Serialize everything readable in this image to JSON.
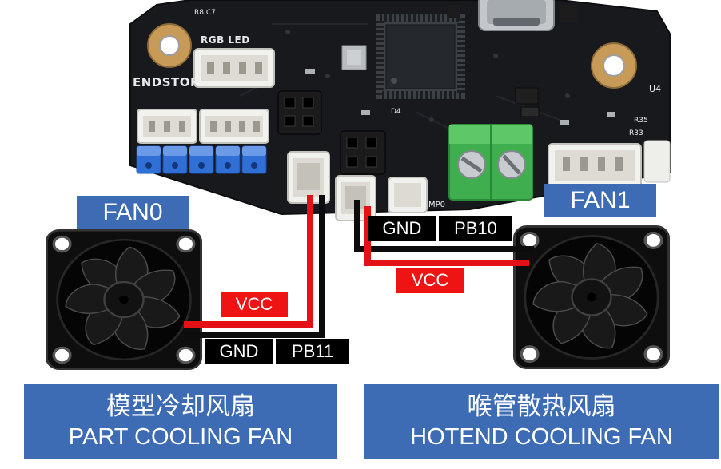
{
  "colors": {
    "label_blue": "#3d6cb4",
    "label_red": "#ee1414",
    "label_black": "#000000",
    "wire_red": "#e41217",
    "wire_black": "#0c0c0c"
  },
  "board_silk": {
    "r8c7": "R8 C7",
    "rgb_led": "RGB LED",
    "endstop": "ENDSTOP",
    "d4": "D4",
    "mp0": "MP0",
    "u4": "U4",
    "r35": "R35",
    "r33": "R33"
  },
  "pin_labels": {
    "fan0": "FAN0",
    "fan1": "FAN1",
    "fan0_gnd": "GND",
    "fan0_pin": "PB11",
    "fan0_vcc": "VCC",
    "fan1_gnd": "GND",
    "fan1_pin": "PB10",
    "fan1_vcc": "VCC"
  },
  "captions": {
    "part_fan_zh": "模型冷却风扇",
    "part_fan_en": "PART COOLING FAN",
    "hotend_fan_zh": "喉管散热风扇",
    "hotend_fan_en": "HOTEND COOLING FAN"
  }
}
